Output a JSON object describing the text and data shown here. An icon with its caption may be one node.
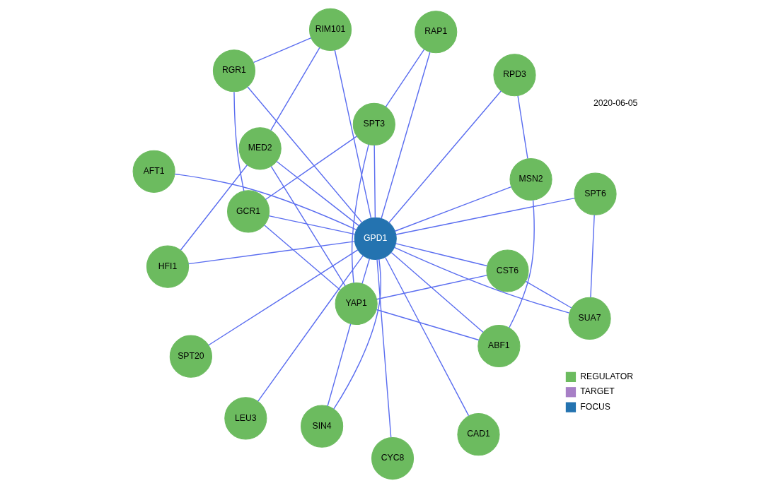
{
  "diagram": {
    "nodes": [
      {
        "text": [
          "LEU3"
        ]
      },
      {
        "text": [
          "MSN2"
        ]
      },
      {
        "text": [
          "SIN4"
        ]
      },
      {
        "text": [
          "RPD3"
        ]
      },
      {
        "text": [
          "CST6"
        ]
      },
      {
        "text": [
          "AFT1"
        ]
      },
      {
        "text": [
          "ABF1"
        ]
      },
      {
        "text": [
          "SUA7"
        ]
      },
      {
        "text": [
          "HFI1"
        ]
      },
      {
        "text": [
          "YAP1"
        ]
      },
      {
        "text": [
          "CYC8"
        ]
      },
      {
        "text": [
          "GPD1"
        ]
      },
      {
        "text": [
          "SPT3"
        ]
      },
      {
        "text": [
          "SPT6"
        ]
      },
      {
        "text": [
          "MED2"
        ]
      },
      {
        "text": [
          "GCR1"
        ]
      },
      {
        "text": [
          "CAD1"
        ]
      },
      {
        "text": [
          "RAP1"
        ]
      },
      {
        "text": [
          "SPT20"
        ]
      },
      {
        "text": [
          "RGR1"
        ]
      },
      {
        "text": [
          "RIM101"
        ]
      }
    ],
    "edges": [
      {
        "from": 11,
        "to": 0,
        "arrow": "none"
      },
      {
        "from": 11,
        "to": 1,
        "arrow": "none"
      },
      {
        "from": 11,
        "to": 2,
        "arrow": "none"
      },
      {
        "from": 11,
        "to": 3,
        "arrow": "none"
      },
      {
        "from": 11,
        "to": 4,
        "arrow": "none"
      },
      {
        "from": 11,
        "to": 5,
        "arrow": "none"
      },
      {
        "from": 11,
        "to": 6,
        "arrow": "none"
      },
      {
        "from": 11,
        "to": 7,
        "arrow": "none"
      },
      {
        "from": 11,
        "to": 8,
        "arrow": "none"
      },
      {
        "from": 11,
        "to": 9,
        "arrow": "none"
      },
      {
        "from": 11,
        "to": 10,
        "arrow": "none"
      },
      {
        "from": 11,
        "to": 12,
        "arrow": "none"
      },
      {
        "from": 11,
        "to": 13,
        "arrow": "none"
      },
      {
        "from": 11,
        "to": 14,
        "arrow": "none"
      },
      {
        "from": 11,
        "to": 15,
        "arrow": "none"
      },
      {
        "from": 11,
        "to": 16,
        "arrow": "none"
      },
      {
        "from": 11,
        "to": 17,
        "arrow": "none"
      },
      {
        "from": 11,
        "to": 18,
        "arrow": "none"
      },
      {
        "from": 11,
        "to": 19,
        "arrow": "none"
      },
      {
        "from": 11,
        "to": 20,
        "arrow": "none"
      },
      {
        "from": 3,
        "to": 1,
        "arrow": "none"
      },
      {
        "from": 1,
        "to": 6,
        "arrow": "none"
      },
      {
        "from": 4,
        "to": 7,
        "arrow": "none"
      },
      {
        "from": 4,
        "to": 9,
        "arrow": "none"
      },
      {
        "from": 6,
        "to": 9,
        "arrow": "none"
      },
      {
        "from": 2,
        "to": 9,
        "arrow": "none"
      },
      {
        "from": 9,
        "to": 12,
        "arrow": "none"
      },
      {
        "from": 9,
        "to": 14,
        "arrow": "none"
      },
      {
        "from": 9,
        "to": 15,
        "arrow": "none"
      },
      {
        "from": 8,
        "to": 14,
        "arrow": "none"
      },
      {
        "from": 12,
        "to": 17,
        "arrow": "none"
      },
      {
        "from": 12,
        "to": 15,
        "arrow": "none"
      },
      {
        "from": 14,
        "to": 20,
        "arrow": "none"
      },
      {
        "from": 15,
        "to": 19,
        "arrow": "none"
      },
      {
        "from": 20,
        "to": 19,
        "arrow": "none"
      },
      {
        "from": 7,
        "to": 13,
        "arrow": "none"
      }
    ],
    "labels": [
      "2020-06-05"
    ],
    "legend": [
      {
        "text": "REGULATOR",
        "color": "#6cbb5f"
      },
      {
        "text": "TARGET",
        "color": "#a77fc6"
      },
      {
        "text": "FOCUS",
        "color": "#2473b0"
      }
    ]
  }
}
